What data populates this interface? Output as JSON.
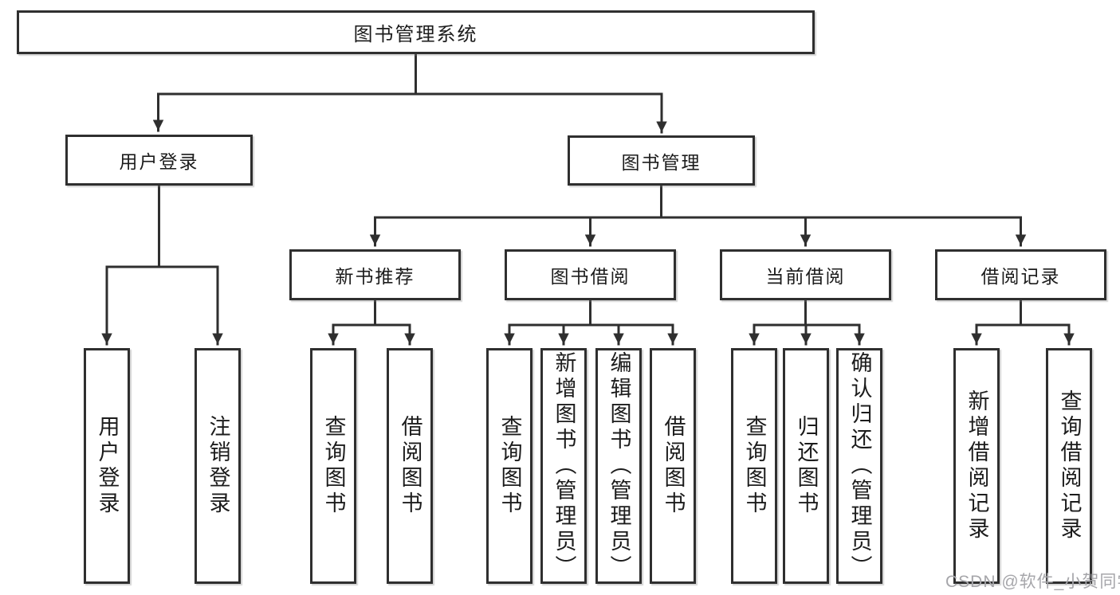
{
  "diagram_type": "hierarchy-tree",
  "hierarchy": {
    "label": "图书管理系统",
    "children": [
      {
        "label": "用户登录",
        "children": [
          {
            "label": "用户登录"
          },
          {
            "label": "注销登录"
          }
        ]
      },
      {
        "label": "图书管理",
        "children": [
          {
            "label": "新书推荐",
            "children": [
              {
                "label": "查询图书"
              },
              {
                "label": "借阅图书"
              }
            ]
          },
          {
            "label": "图书借阅",
            "children": [
              {
                "label": "查询图书"
              },
              {
                "label": "新增图书（管理员）"
              },
              {
                "label": "编辑图书（管理员）"
              },
              {
                "label": "借阅图书"
              }
            ]
          },
          {
            "label": "当前借阅",
            "children": [
              {
                "label": "查询图书"
              },
              {
                "label": "归还图书"
              },
              {
                "label": "确认归还（管理员）"
              }
            ]
          },
          {
            "label": "借阅记录",
            "children": [
              {
                "label": "新增借阅记录"
              },
              {
                "label": "查询借阅记录"
              }
            ]
          }
        ]
      }
    ]
  },
  "watermark": {
    "text": "CSDN @软件_小贺同学"
  },
  "colors": {
    "line": "#2f2f2f",
    "box_border": "#2f2f2f",
    "box_fill": "#ffffff",
    "text": "#1c1c1c",
    "watermark": "#a6a6aa",
    "background": "#ffffff"
  }
}
